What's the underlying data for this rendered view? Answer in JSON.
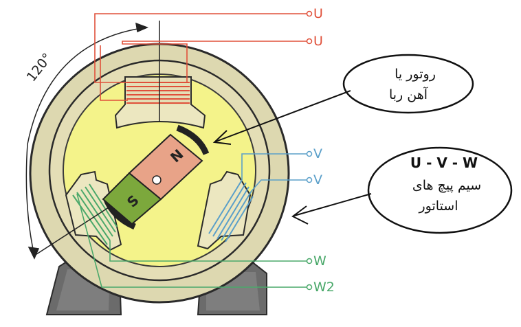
{
  "terminals": {
    "u1": "U",
    "u2": "U",
    "v1": "V",
    "v2": "V",
    "w1": "W",
    "w2": "W2"
  },
  "angle_label": "120°",
  "poles": {
    "north": "N",
    "south": "S"
  },
  "callouts": {
    "rotor": {
      "line1": "روتور یا",
      "line2": "آهن ربا"
    },
    "stator": {
      "line1": "U - V - W",
      "line2": "سیم پیچ های",
      "line3": "استاتور"
    }
  },
  "colors": {
    "u_winding": "#e0503a",
    "v_winding": "#5a9fc9",
    "w_winding": "#4aa86a",
    "housing": "#ddd8b0",
    "bore": "#f4f38a",
    "north_pole": "#e8a388",
    "south_pole": "#7ca83c",
    "base": "#6b6b6b"
  }
}
